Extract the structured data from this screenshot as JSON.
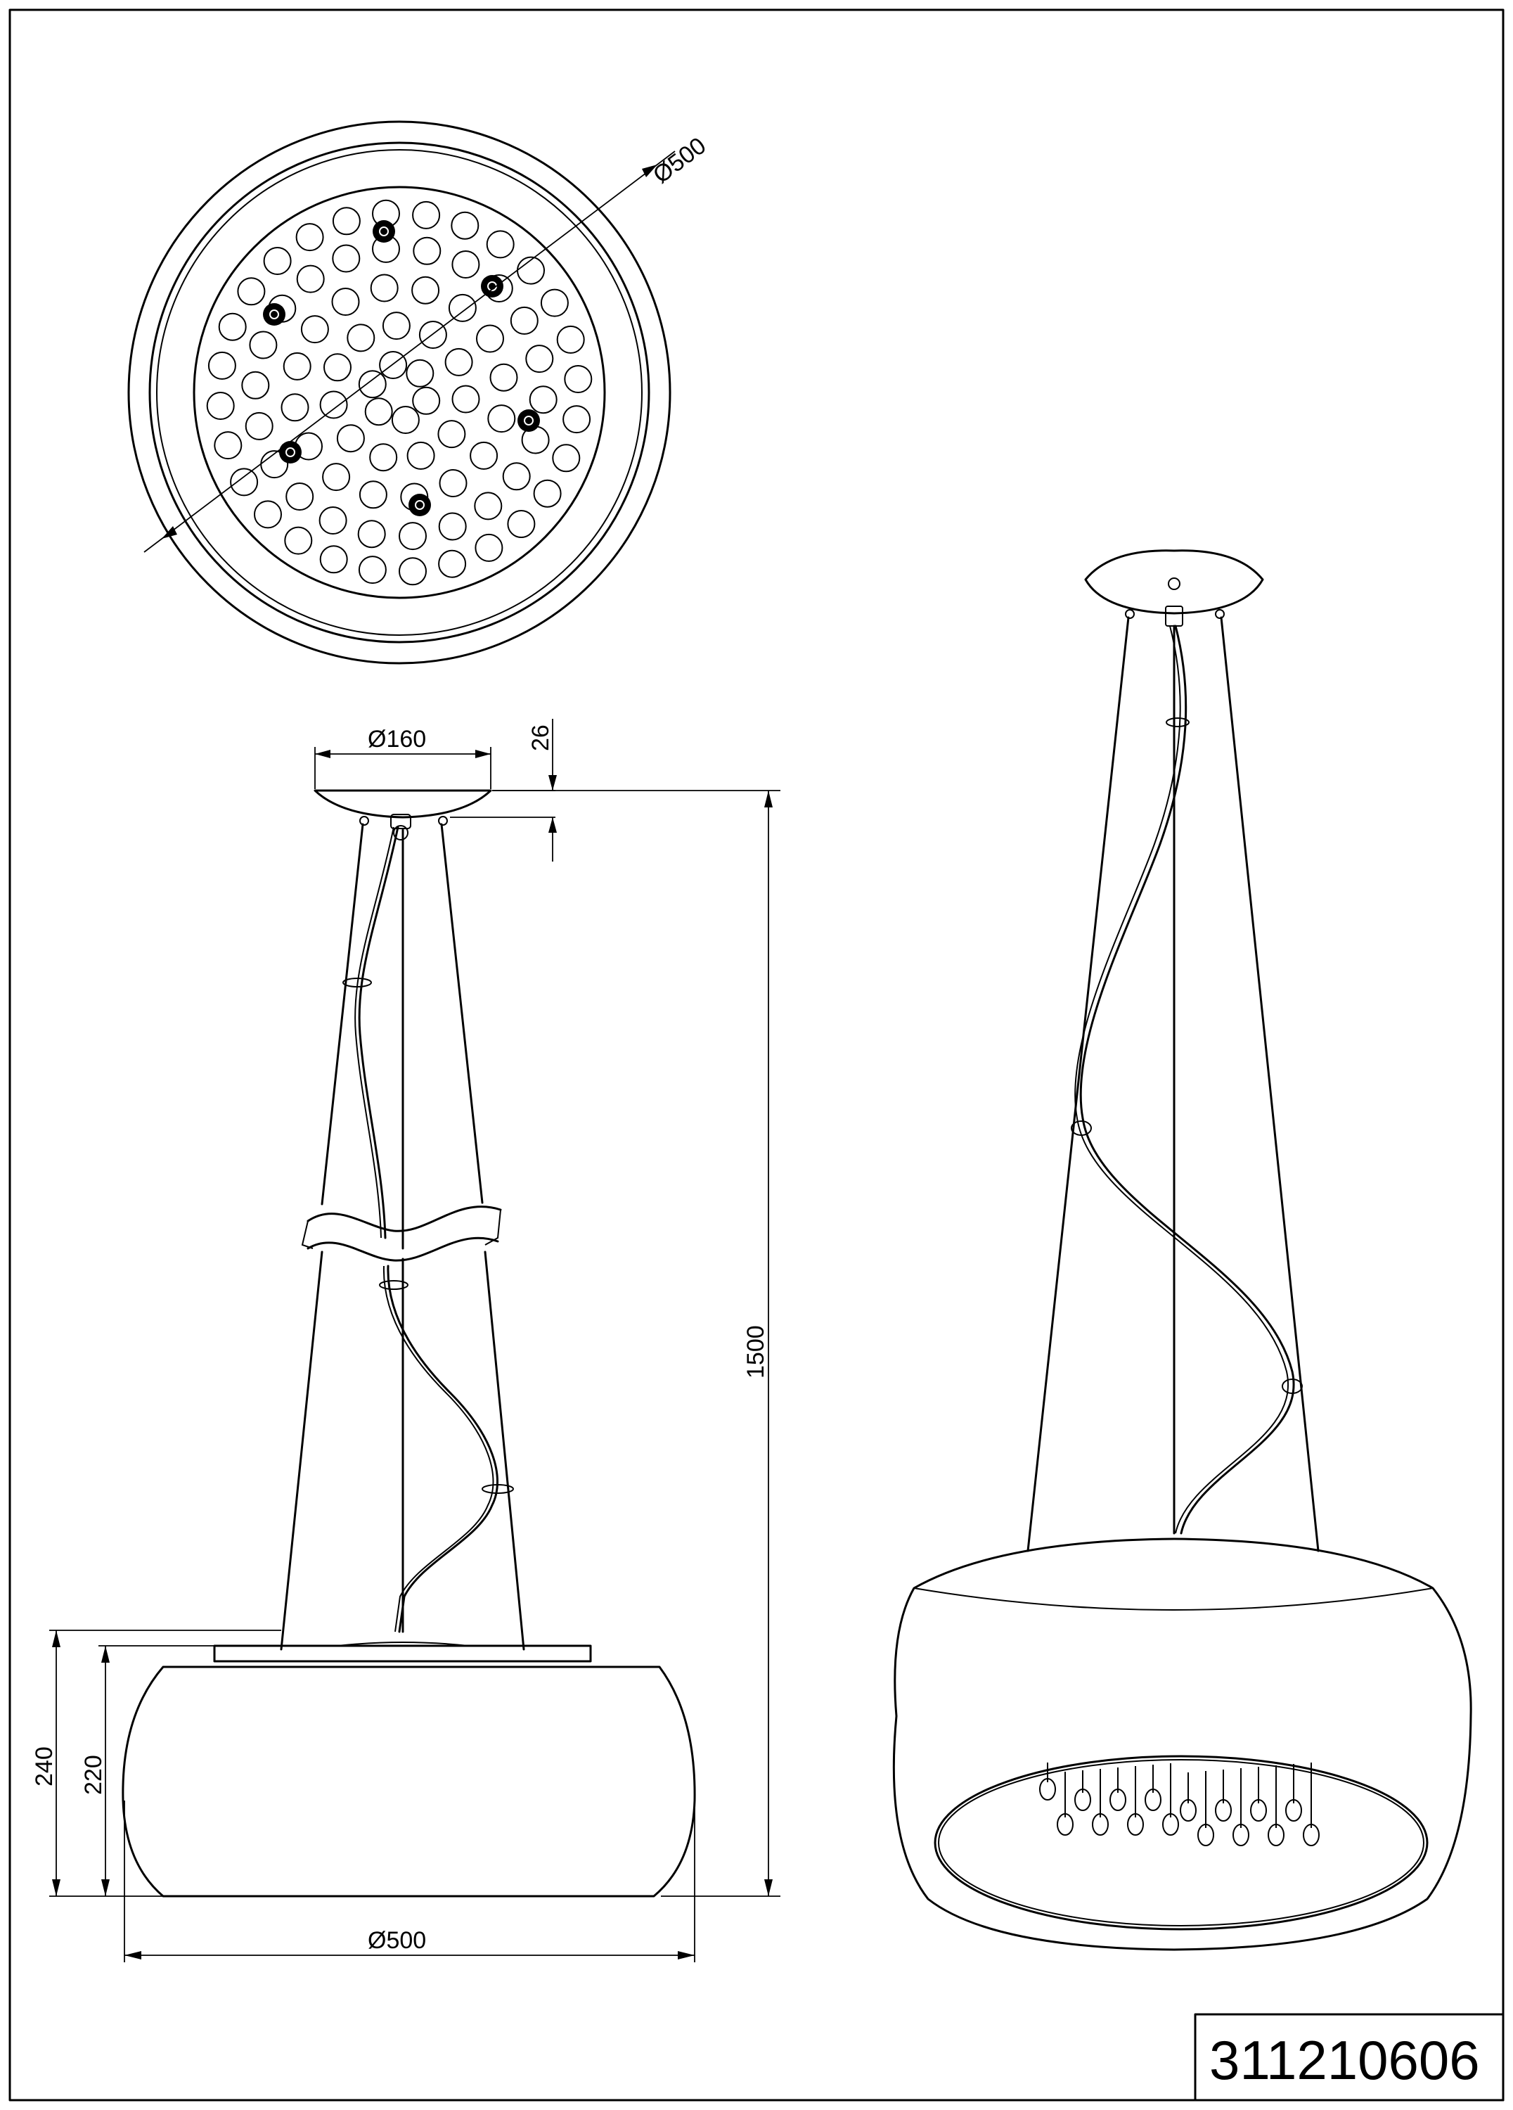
{
  "top_view": {
    "diameter_label": "Ø500"
  },
  "side_view": {
    "canopy_diameter_label": "Ø160",
    "canopy_height_label": "26",
    "total_height_label": "1500",
    "shade_height_outer_label": "240",
    "shade_height_inner_label": "220",
    "shade_diameter_label": "Ø500"
  },
  "title_block": {
    "part_number": "311210606"
  }
}
